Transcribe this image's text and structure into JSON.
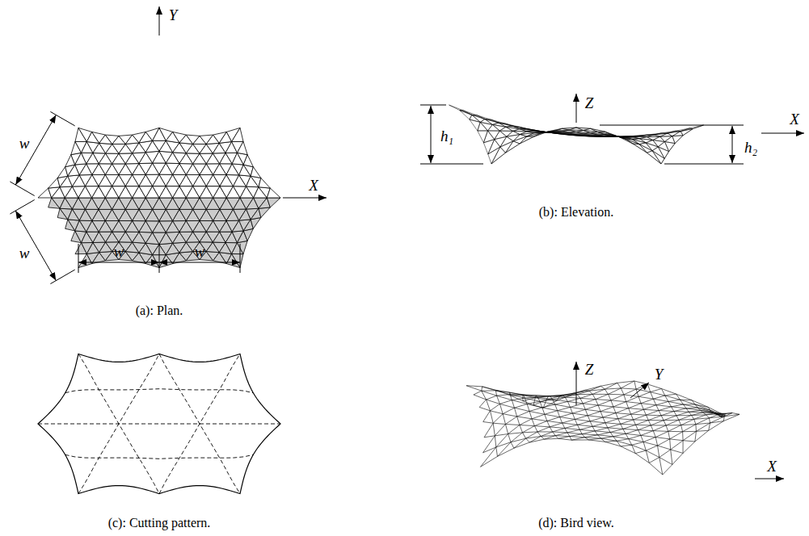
{
  "diagram": {
    "labels": [
      "Y",
      "X",
      "w",
      "w",
      "w",
      "w",
      "(a): Plan.",
      "Z",
      "X",
      "h₁",
      "h₂",
      "(b): Elevation.",
      "(c): Cutting pattern.",
      "Z",
      "Y",
      "X",
      "(d): Bird view."
    ]
  }
}
